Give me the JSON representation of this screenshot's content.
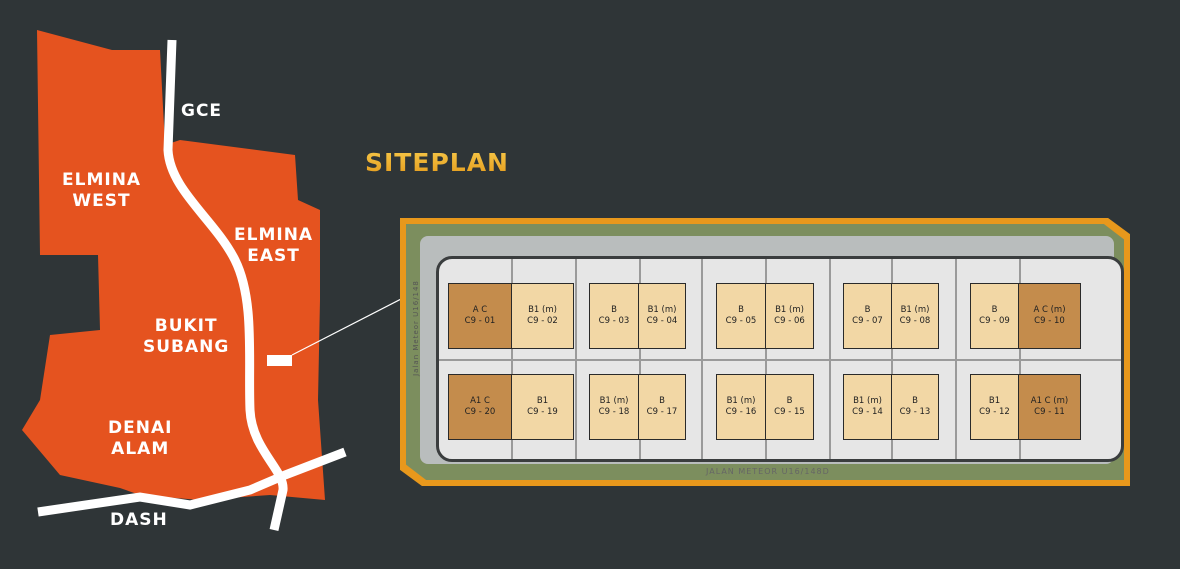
{
  "map": {
    "labels": {
      "gce": "GCE",
      "elmina_west": [
        "ELMINA",
        "WEST"
      ],
      "elmina_east": [
        "ELMINA",
        "EAST"
      ],
      "bukit_subang": [
        "BUKIT",
        "SUBANG"
      ],
      "denai_alam": [
        "DENAI",
        "ALAM"
      ],
      "dash": "DASH"
    },
    "colors": {
      "region": "#e5531f",
      "road": "#ffffff",
      "background": "#2f3537"
    }
  },
  "siteplan": {
    "title": "SITEPLAN",
    "road_bottom": "JALAN METEOR U16/148D",
    "road_left": "Jalan Meteor U16/148",
    "lots": [
      {
        "type": "A C",
        "id": "C9 - 01",
        "shade": "dark"
      },
      {
        "type": "B1 (m)",
        "id": "C9 - 02",
        "shade": "light"
      },
      {
        "type": "B",
        "id": "C9 - 03",
        "shade": "light"
      },
      {
        "type": "B1 (m)",
        "id": "C9 - 04",
        "shade": "light"
      },
      {
        "type": "B",
        "id": "C9 - 05",
        "shade": "light"
      },
      {
        "type": "B1 (m)",
        "id": "C9 - 06",
        "shade": "light"
      },
      {
        "type": "B",
        "id": "C9 - 07",
        "shade": "light"
      },
      {
        "type": "B1 (m)",
        "id": "C9 - 08",
        "shade": "light"
      },
      {
        "type": "B",
        "id": "C9 - 09",
        "shade": "light"
      },
      {
        "type": "A C (m)",
        "id": "C9 - 10",
        "shade": "dark"
      },
      {
        "type": "A1 C",
        "id": "C9 - 20",
        "shade": "dark"
      },
      {
        "type": "B1",
        "id": "C9 - 19",
        "shade": "light"
      },
      {
        "type": "B1 (m)",
        "id": "C9 - 18",
        "shade": "light"
      },
      {
        "type": "B",
        "id": "C9 - 17",
        "shade": "light"
      },
      {
        "type": "B1 (m)",
        "id": "C9 - 16",
        "shade": "light"
      },
      {
        "type": "B",
        "id": "C9 - 15",
        "shade": "light"
      },
      {
        "type": "B1 (m)",
        "id": "C9 - 14",
        "shade": "light"
      },
      {
        "type": "B",
        "id": "C9 - 13",
        "shade": "light"
      },
      {
        "type": "B1",
        "id": "C9 - 12",
        "shade": "light"
      },
      {
        "type": "A1 C (m)",
        "id": "C9 - 11",
        "shade": "dark"
      }
    ]
  }
}
